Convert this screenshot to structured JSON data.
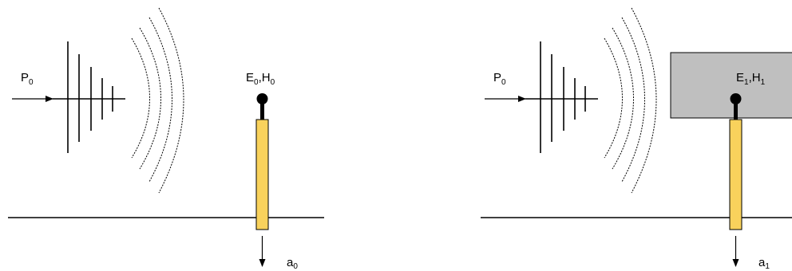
{
  "colors": {
    "line": "#000000",
    "probe_fill": "#f9d25c",
    "box_fill": "#bfbfbf",
    "box_stroke": "#000000"
  },
  "panels": [
    {
      "id": "left",
      "incident": {
        "base": "P",
        "sub": "0"
      },
      "field": {
        "e": "E",
        "e_sub": "0",
        "h": "H",
        "h_sub": "0"
      },
      "output": {
        "base": "a",
        "sub": "0"
      },
      "has_box": false
    },
    {
      "id": "right",
      "incident": {
        "base": "P",
        "sub": "0"
      },
      "field": {
        "e": "E",
        "e_sub": "1",
        "h": "H",
        "h_sub": "1"
      },
      "output": {
        "base": "a",
        "sub": "1"
      },
      "has_box": true
    }
  ]
}
